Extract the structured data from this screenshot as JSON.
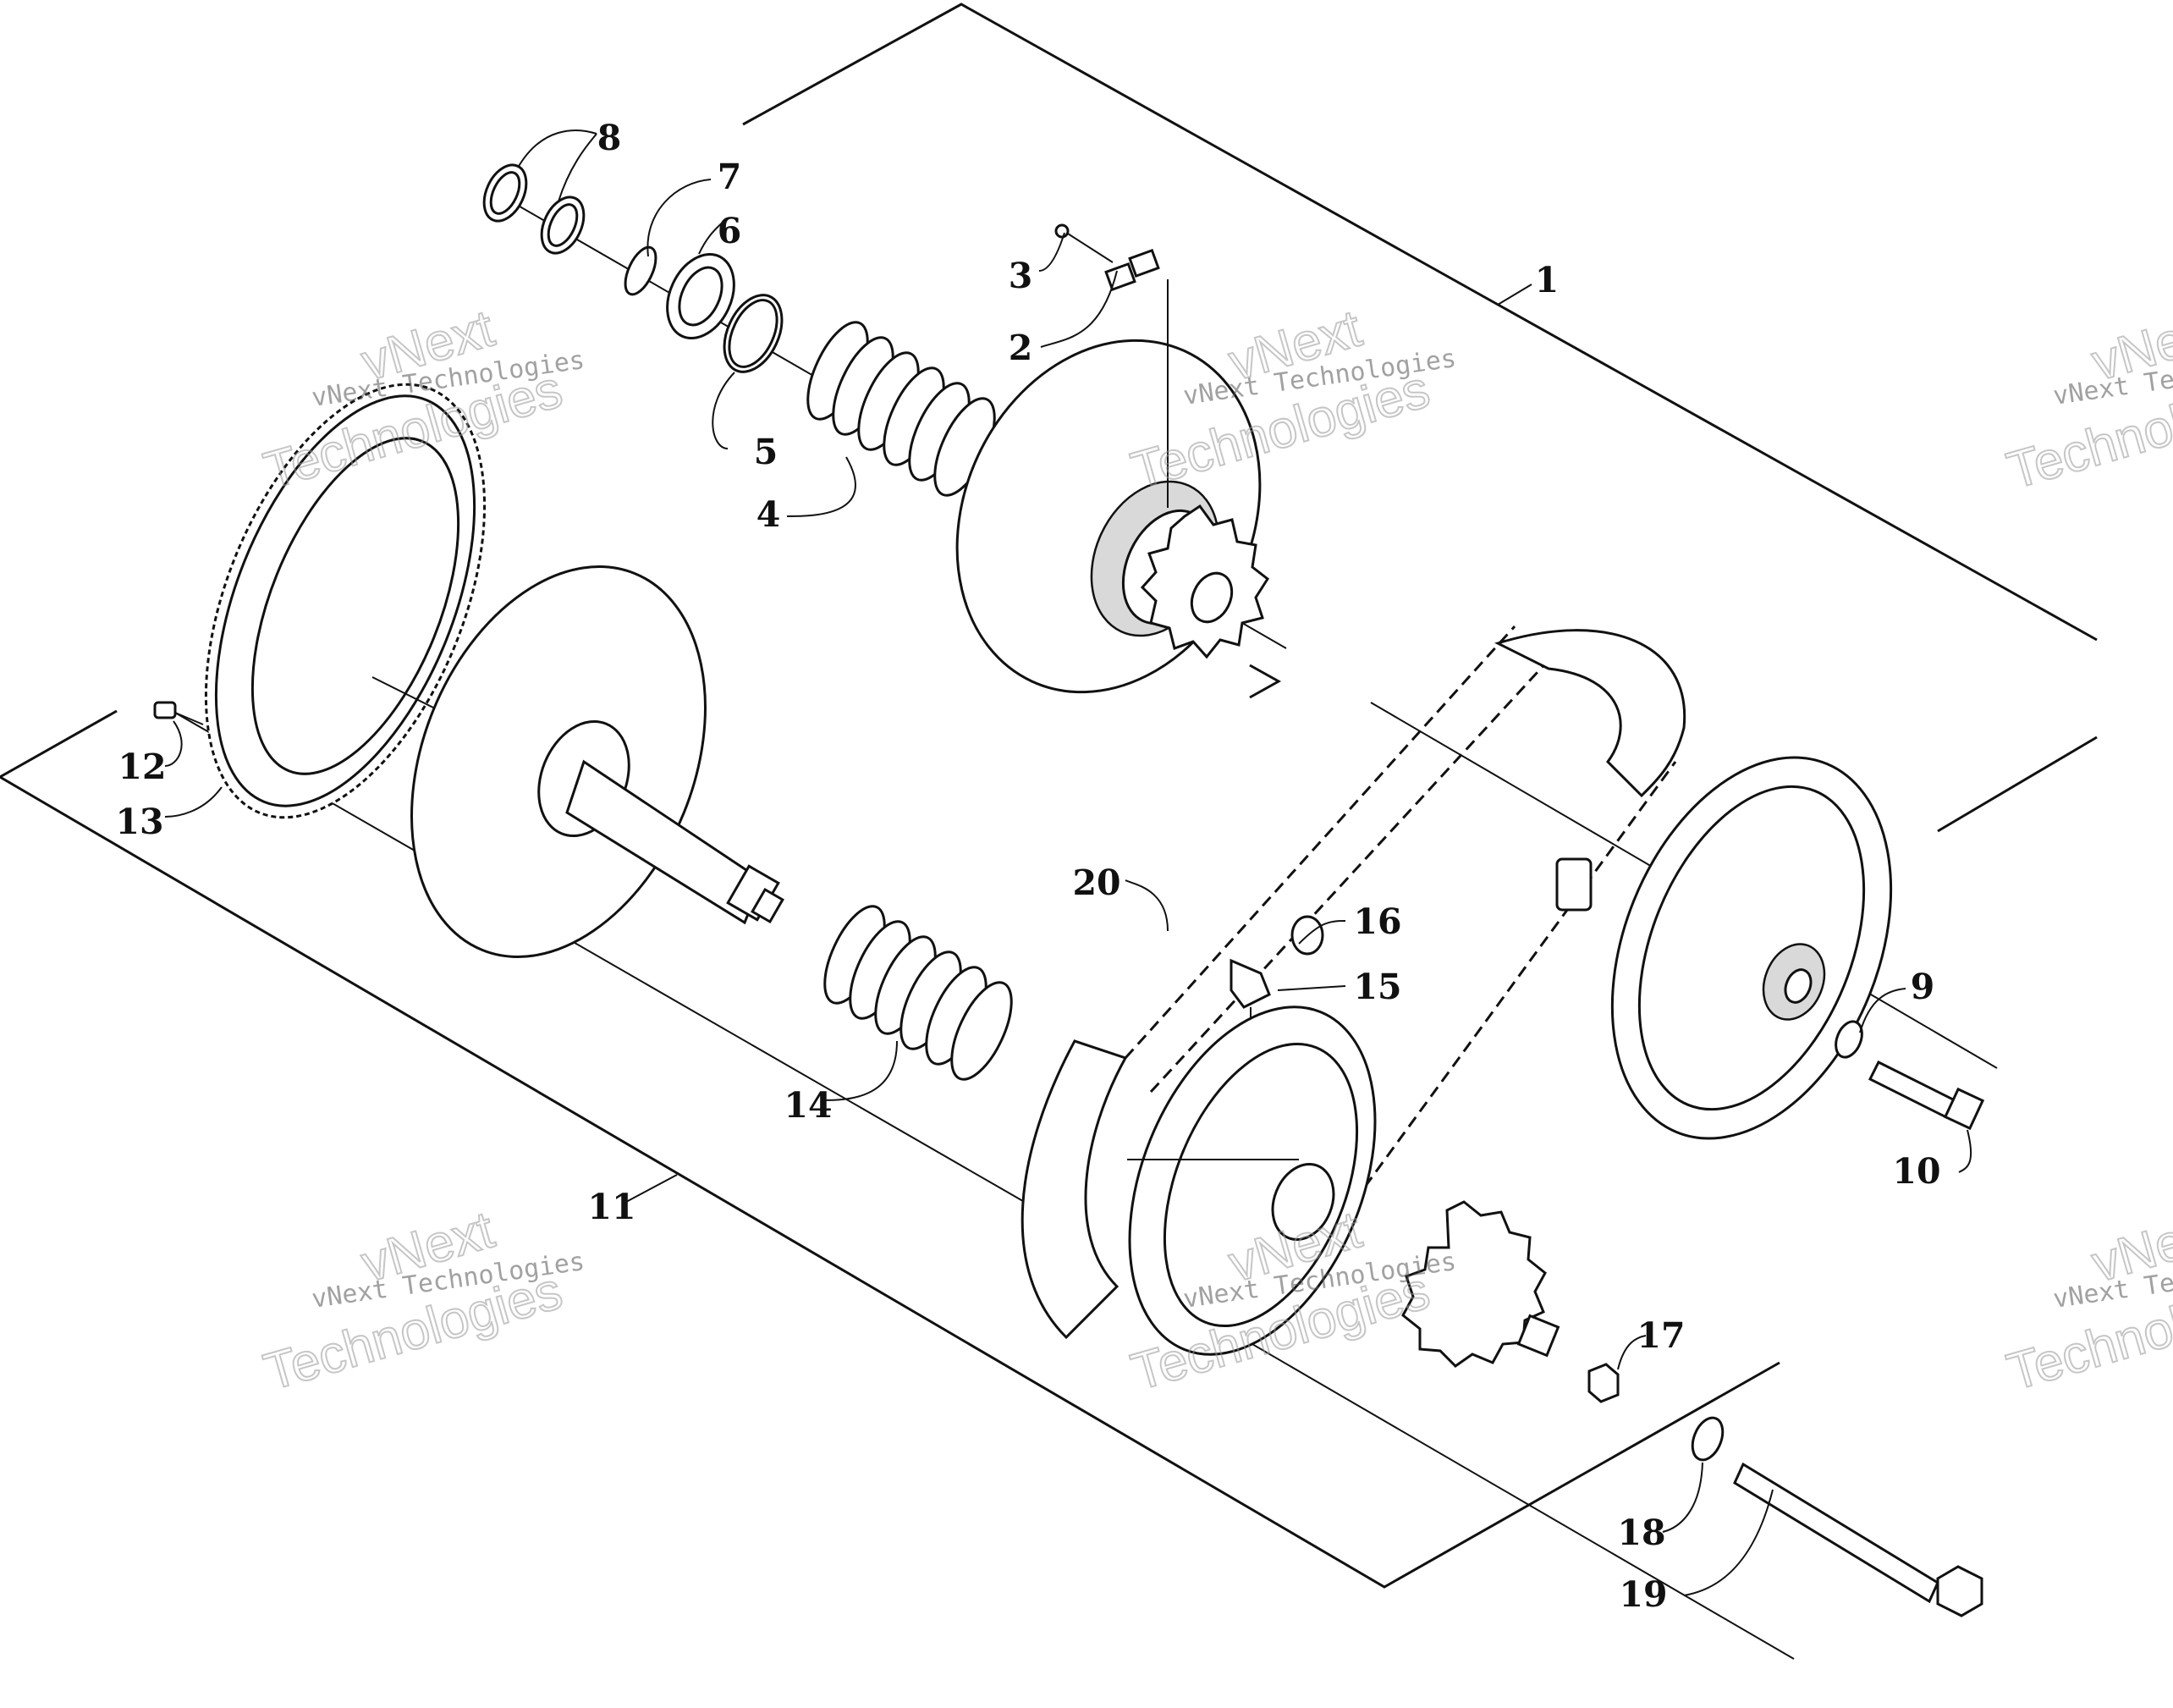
{
  "watermark": {
    "line1": "vNext Technologies",
    "line2": "vNext",
    "line3": "Technologies"
  },
  "callouts": [
    "1",
    "2",
    "3",
    "4",
    "5",
    "6",
    "7",
    "8",
    "9",
    "10",
    "11",
    "12",
    "13",
    "14",
    "15",
    "16",
    "17",
    "18",
    "19",
    "20"
  ],
  "colors": {
    "line": "#111111",
    "background": "#ffffff",
    "watermark": "#999999"
  }
}
